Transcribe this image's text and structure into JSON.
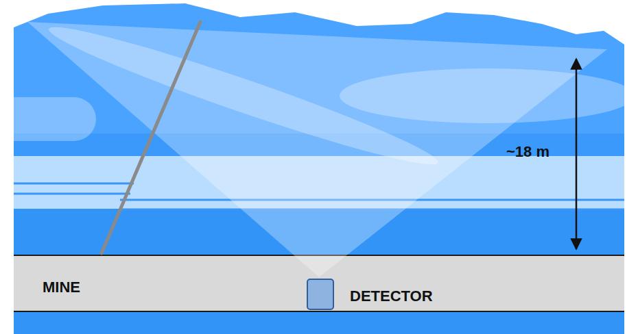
{
  "diagram": {
    "nodes": [
      {
        "text": [
          "MINE"
        ]
      },
      {
        "text": [
          "DETECTOR"
        ],
        "in": 0
      }
    ],
    "labels": [
      "~18 m"
    ]
  }
}
